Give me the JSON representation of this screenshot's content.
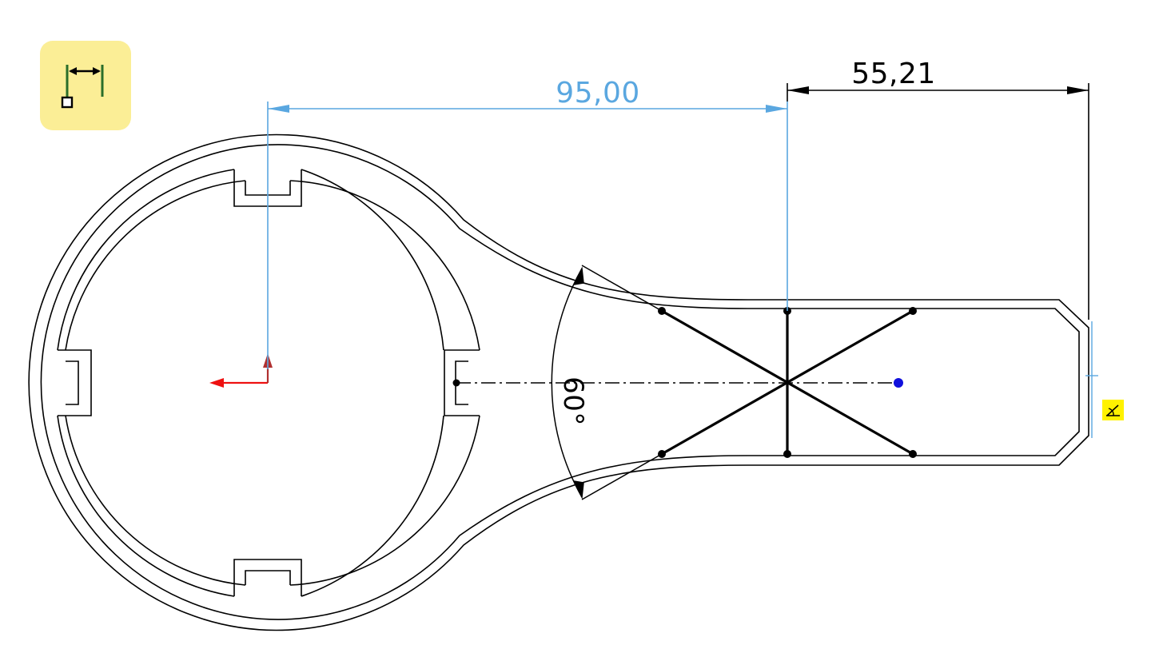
{
  "colors": {
    "sketch_line": "#000000",
    "selected_dimension": "#5aa7e0",
    "origin_x_axis": "#ee1111",
    "origin_y_axis": "#b03030",
    "point_blue": "#1010dd",
    "tool_badge_bg": "#fbee96",
    "relation_badge_bg": "#fff200"
  },
  "tool": {
    "icon": "smart-dimension-icon",
    "active": true
  },
  "dimensions": {
    "horizontal_blue": "95,00",
    "horizontal_black": "55,21",
    "angle": "60°"
  },
  "relation": {
    "icon": "tangent-relation-icon"
  }
}
